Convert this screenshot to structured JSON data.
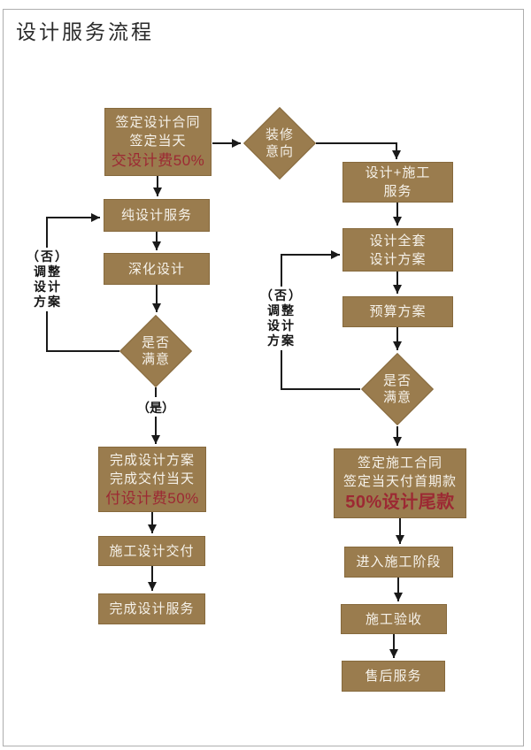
{
  "page": {
    "title": "设计服务流程"
  },
  "colors": {
    "node_fill": "#9A7C4E",
    "node_text": "#F6F2EA",
    "highlight_red": "#9C2933",
    "connector": "#1A1A1A",
    "page_border": "#AEAEAE"
  },
  "flow": {
    "start_decision": {
      "lines": [
        "装修",
        "意向"
      ]
    },
    "left": {
      "sign_design_contract": {
        "lines": [
          "签定设计合同",
          "签定当天"
        ],
        "fee": "交设计费50%"
      },
      "pure_design_service": {
        "label": "纯设计服务"
      },
      "deepen_design": {
        "label": "深化设计"
      },
      "satisfied_decision": {
        "lines": [
          "是否",
          "满意"
        ]
      },
      "yes_label": "（是）",
      "no_adjust_label": {
        "lines": [
          "（否）",
          "调整",
          "设计",
          "方案"
        ]
      },
      "complete_design_plan": {
        "lines": [
          "完成设计方案",
          "完成交付当天"
        ],
        "fee": "付设计费50%"
      },
      "construction_design_delivery": {
        "label": "施工设计交付"
      },
      "complete_design_service": {
        "label": "完成设计服务"
      }
    },
    "right": {
      "design_plus_construction": {
        "lines": [
          "设计+施工",
          "服务"
        ]
      },
      "full_design_plan": {
        "lines": [
          "设计全套",
          "设计方案"
        ]
      },
      "budget_plan": {
        "label": "预算方案"
      },
      "satisfied_decision": {
        "lines": [
          "是否",
          "满意"
        ]
      },
      "no_adjust_label": {
        "lines": [
          "（否）",
          "调整",
          "设计",
          "方案"
        ]
      },
      "sign_construction_contract": {
        "lines": [
          "签定施工合同",
          "签定当天付首期款"
        ],
        "fee": "50%设计尾款"
      },
      "enter_construction_phase": {
        "label": "进入施工阶段"
      },
      "construction_acceptance": {
        "label": "施工验收"
      },
      "after_sales_service": {
        "label": "售后服务"
      }
    }
  }
}
